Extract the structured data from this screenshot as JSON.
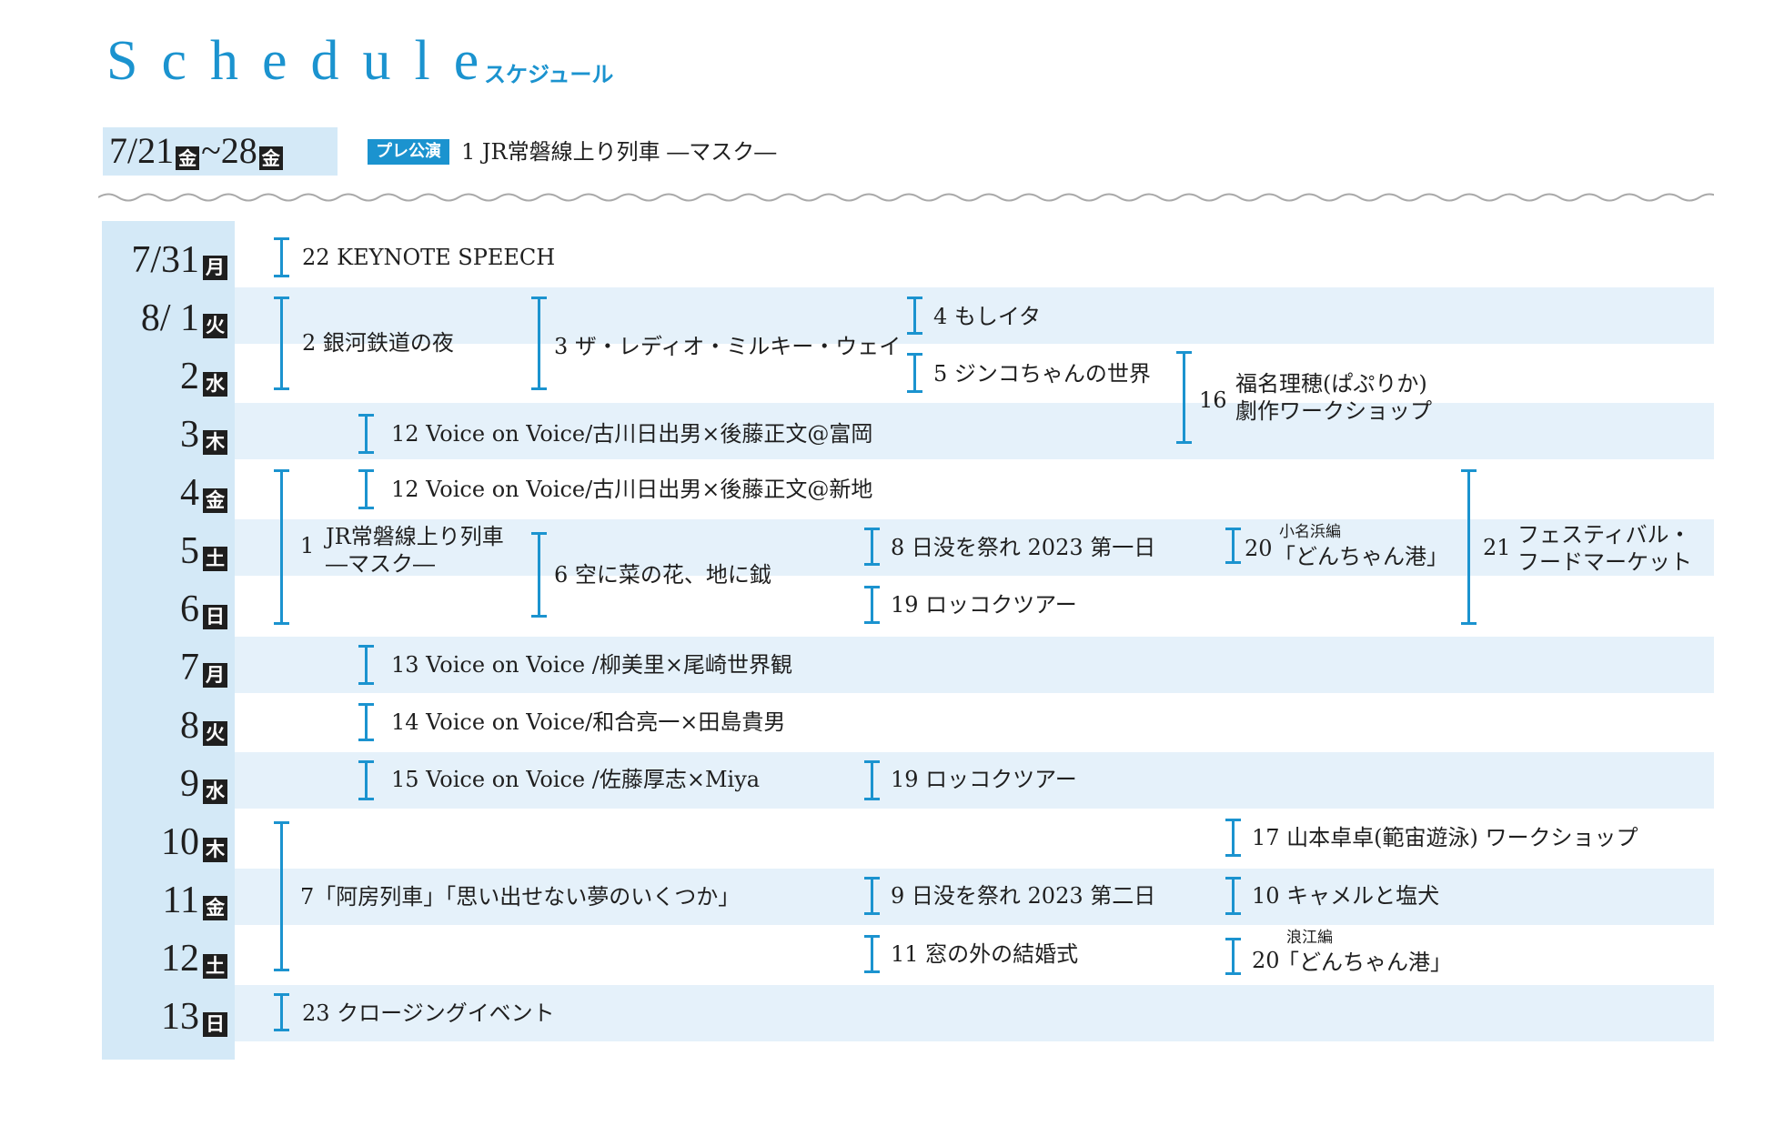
{
  "header": {
    "title": "Schedule",
    "subtitle": "スケジュール"
  },
  "pre": {
    "date_start": "7/21",
    "dow_start": "金",
    "date_sep": "~28",
    "dow_end": "金",
    "badge": "プレ公演",
    "event": "1 JR常磐線上り列車 ―マスク―"
  },
  "dates": [
    {
      "day": "7/31",
      "dow": "月"
    },
    {
      "day": "8/ 1",
      "dow": "火"
    },
    {
      "day": "2",
      "dow": "水"
    },
    {
      "day": "3",
      "dow": "木"
    },
    {
      "day": "4",
      "dow": "金"
    },
    {
      "day": "5",
      "dow": "土"
    },
    {
      "day": "6",
      "dow": "日"
    },
    {
      "day": "7",
      "dow": "月"
    },
    {
      "day": "8",
      "dow": "火"
    },
    {
      "day": "9",
      "dow": "水"
    },
    {
      "day": "10",
      "dow": "木"
    },
    {
      "day": "11",
      "dow": "金"
    },
    {
      "day": "12",
      "dow": "土"
    },
    {
      "day": "13",
      "dow": "日"
    }
  ],
  "events": {
    "keynote": "22 KEYNOTE SPEECH",
    "ginga": "2 銀河鉄道の夜",
    "radio": "3 ザ・レディオ・ミルキー・ウェイ",
    "moshiita": "4 もしイタ",
    "jinko": "5 ジンコちゃんの世界",
    "ws16_num": "16",
    "ws16_line1": "福名理穂(ぱぷりか)",
    "ws16_line2": "劇作ワークショップ",
    "voice_tomioka": "12 Voice on Voice/古川日出男×後藤正文@富岡",
    "voice_shinchi": "12 Voice on Voice/古川日出男×後藤正文@新地",
    "jr_num": "1",
    "jr_line1": "JR常磐線上り列車",
    "jr_line2": "―マスク―",
    "sora": "6 空に菜の花、地に鉞",
    "hinbotsu1": "8 日没を祭れ 2023 第一日",
    "rokko1": "19 ロッコクツアー",
    "donchan1_num": "20",
    "donchan1_small": "小名浜編",
    "donchan1_title": "「どんちゃん港」",
    "fes_num": "21",
    "fes_line1": "フェスティバル・",
    "fes_line2": "フードマーケット",
    "voice13": "13 Voice on Voice /柳美里×尾崎世界観",
    "voice14": "14 Voice on Voice/和合亮一×田島貴男",
    "voice15": "15 Voice on Voice /佐藤厚志×Miya",
    "rokko2": "19 ロッコクツアー",
    "yamamoto": "17 山本卓卓(範宙遊泳) ワークショップ",
    "abo": "7「阿房列車」「思い出せない夢のいくつか」",
    "hinbotsu2": "9 日没を祭れ 2023 第二日",
    "camel": "10 キャメルと塩犬",
    "window": "11 窓の外の結婚式",
    "donchan2_num": "20",
    "donchan2_small": "浪江編",
    "donchan2_title": "「どんちゃん港」",
    "closing": "23 クロージングイベント"
  },
  "colors": {
    "accent": "#1b93cf",
    "band": "#e5f1fa",
    "date_column": "#d4e9f7"
  }
}
